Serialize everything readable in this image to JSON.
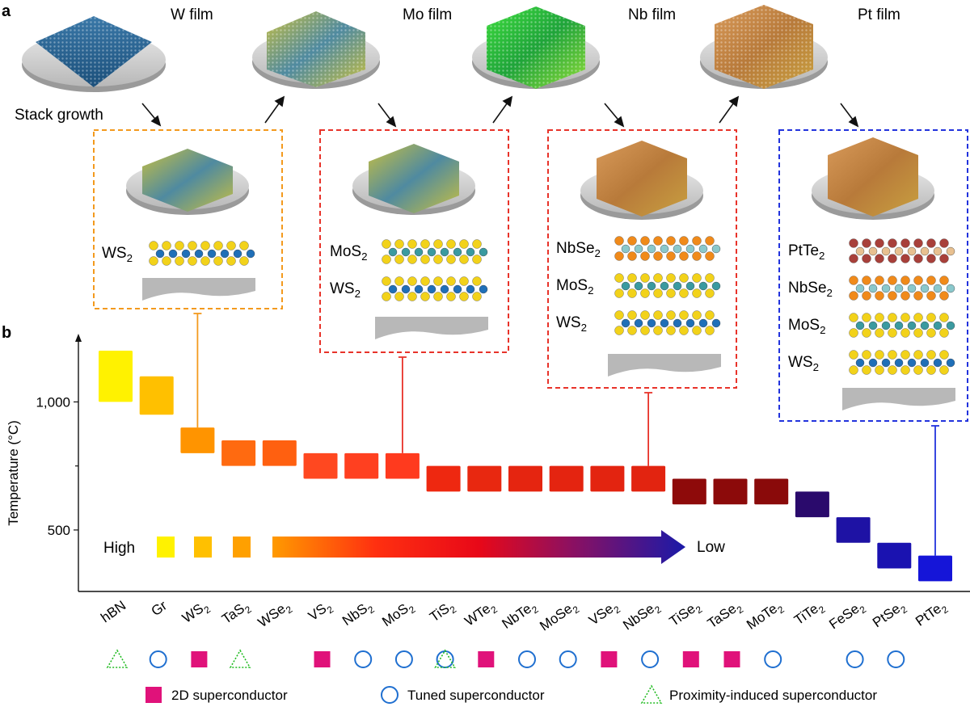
{
  "panel_a": {
    "label": "a",
    "stack_growth": "Stack growth",
    "films": [
      "W film",
      "Mo film",
      "Nb film",
      "Pt film"
    ],
    "boxes": [
      {
        "color": "#f39a1e",
        "layers": [
          [
            "WS",
            "2"
          ]
        ]
      },
      {
        "color": "#e8332a",
        "layers": [
          [
            "MoS",
            "2"
          ],
          [
            "WS",
            "2"
          ]
        ]
      },
      {
        "color": "#e8332a",
        "layers": [
          [
            "NbSe",
            "2"
          ],
          [
            "MoS",
            "2"
          ],
          [
            "WS",
            "2"
          ]
        ]
      },
      {
        "color": "#2233dd",
        "layers": [
          [
            "PtTe",
            "2"
          ],
          [
            "NbSe",
            "2"
          ],
          [
            "MoS",
            "2"
          ],
          [
            "WS",
            "2"
          ]
        ]
      }
    ]
  },
  "panel_b": {
    "label": "b"
  },
  "chart_data": {
    "type": "bar",
    "ylabel": "Temperature (°C)",
    "ylim": [
      260,
      1260
    ],
    "yticks": [
      {
        "v": 1000,
        "label": "1,000"
      },
      {
        "v": 500,
        "label": "500"
      }
    ],
    "minor_yticks": [
      750
    ],
    "categories": [
      {
        "name": "hBN",
        "sub": ""
      },
      {
        "name": "Gr",
        "sub": ""
      },
      {
        "name": "WS",
        "sub": "2"
      },
      {
        "name": "TaS",
        "sub": "2"
      },
      {
        "name": "WSe",
        "sub": "2"
      },
      {
        "name": "VS",
        "sub": "2"
      },
      {
        "name": "NbS",
        "sub": "2"
      },
      {
        "name": "MoS",
        "sub": "2"
      },
      {
        "name": "TiS",
        "sub": "2"
      },
      {
        "name": "WTe",
        "sub": "2"
      },
      {
        "name": "NbTe",
        "sub": "2"
      },
      {
        "name": "MoSe",
        "sub": "2"
      },
      {
        "name": "VSe",
        "sub": "2"
      },
      {
        "name": "NbSe",
        "sub": "2"
      },
      {
        "name": "TiSe",
        "sub": "2"
      },
      {
        "name": "TaSe",
        "sub": "2"
      },
      {
        "name": "MoTe",
        "sub": "2"
      },
      {
        "name": "TiTe",
        "sub": "2"
      },
      {
        "name": "FeSe",
        "sub": "2"
      },
      {
        "name": "PtSe",
        "sub": "2"
      },
      {
        "name": "PtTe",
        "sub": "2"
      }
    ],
    "ranges": [
      [
        1000,
        1200
      ],
      [
        950,
        1100
      ],
      [
        800,
        900
      ],
      [
        750,
        850
      ],
      [
        750,
        850
      ],
      [
        700,
        800
      ],
      [
        700,
        800
      ],
      [
        700,
        800
      ],
      [
        650,
        750
      ],
      [
        650,
        750
      ],
      [
        650,
        750
      ],
      [
        650,
        750
      ],
      [
        650,
        750
      ],
      [
        650,
        750
      ],
      [
        600,
        700
      ],
      [
        600,
        700
      ],
      [
        600,
        700
      ],
      [
        550,
        650
      ],
      [
        450,
        550
      ],
      [
        350,
        450
      ],
      [
        300,
        400
      ]
    ],
    "colors": [
      "#fff200",
      "#ffc000",
      "#ff9400",
      "#ff6a10",
      "#ff6010",
      "#ff4820",
      "#ff4020",
      "#ff3a1e",
      "#ee2810",
      "#e82810",
      "#e52510",
      "#e42410",
      "#e32410",
      "#e22410",
      "#8e0a0a",
      "#8c0a0a",
      "#8a0a0a",
      "#2a0a6c",
      "#1e12a4",
      "#1a12b0",
      "#1515d8"
    ],
    "markers": [
      "triangle",
      "circle",
      "square",
      "triangle",
      "",
      "square",
      "circle",
      "circle",
      "circle+triangle",
      "square",
      "circle",
      "circle",
      "square",
      "circle",
      "square",
      "square",
      "circle",
      "",
      "circle",
      "circle",
      ""
    ],
    "connectors": [
      {
        "category": 2,
        "color": "#f39a1e"
      },
      {
        "category": 7,
        "color": "#e8332a"
      },
      {
        "category": 13,
        "color": "#e8332a"
      },
      {
        "category": 20,
        "color": "#2233dd"
      }
    ],
    "gradient": {
      "high": "High",
      "low": "Low"
    },
    "legend": [
      {
        "shape": "square",
        "label": "2D superconductor"
      },
      {
        "shape": "circle",
        "label": "Tuned superconductor"
      },
      {
        "shape": "triangle",
        "label": "Proximity-induced superconductor"
      }
    ]
  }
}
